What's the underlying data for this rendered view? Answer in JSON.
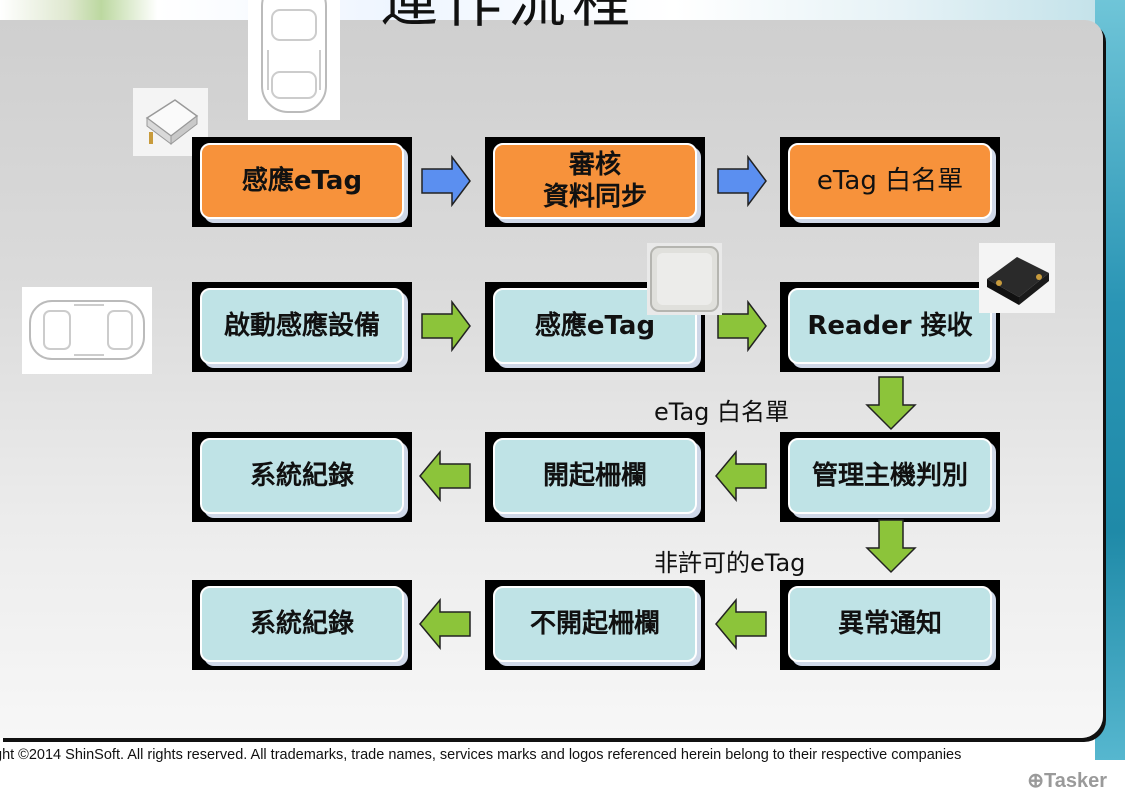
{
  "title": "運作流程",
  "row1": {
    "box1": "感應eTag",
    "box2_line1": "審核",
    "box2_line2": "資料同步",
    "box3": "eTag 白名單"
  },
  "row2": {
    "box1": "啟動感應設備",
    "box2": "感應eTag",
    "box3": "Reader 接收"
  },
  "row3": {
    "box1": "系統紀錄",
    "box2": "開起柵欄",
    "box3": "管理主機判別",
    "condition_label": "eTag 白名單"
  },
  "row4": {
    "box1": "系統紀錄",
    "box2": "不開起柵欄",
    "box3": "異常通知",
    "condition_label": "非許可的eTag"
  },
  "footer": "ght ©2014 ShinSoft. All rights reserved. All trademarks, trade names, services marks and logos referenced herein belong to their respective companies",
  "watermark": "Tasker",
  "colors": {
    "orange_box": "#f7923b",
    "teal_box": "#bfe3e6",
    "blue_arrow": "#5b8ff0",
    "green_arrow": "#8cc43a"
  },
  "icons": [
    "etag-reader-device-image",
    "car-top-view-image",
    "rfid-reader-panel-image",
    "reader-module-image"
  ]
}
